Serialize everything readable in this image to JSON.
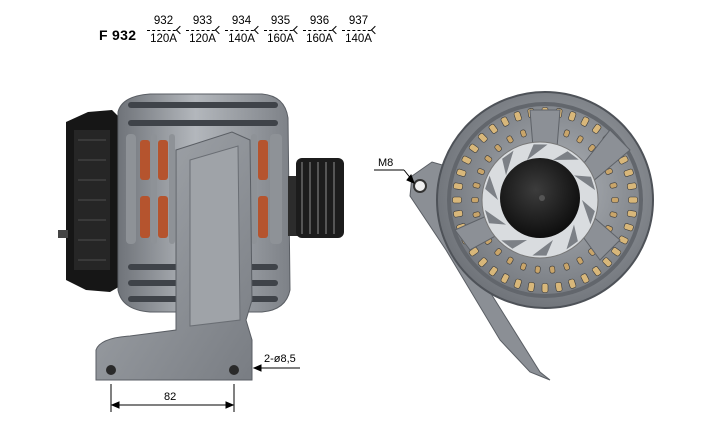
{
  "header": {
    "model_code": "F 932",
    "variants": [
      {
        "code": "932",
        "rating": "120A"
      },
      {
        "code": "933",
        "rating": "120A"
      },
      {
        "code": "934",
        "rating": "140A"
      },
      {
        "code": "935",
        "rating": "160A"
      },
      {
        "code": "936",
        "rating": "160A"
      },
      {
        "code": "937",
        "rating": "140A"
      }
    ]
  },
  "dimensions": {
    "mount_holes": "2-ø8,5",
    "mount_spacing": "82",
    "thread": "M8"
  },
  "colors": {
    "housing": "#9a9ea3",
    "housing_dark": "#5e6268",
    "regulator_black": "#1a1a1a",
    "copper": "#b5542e",
    "background": "#ffffff"
  }
}
